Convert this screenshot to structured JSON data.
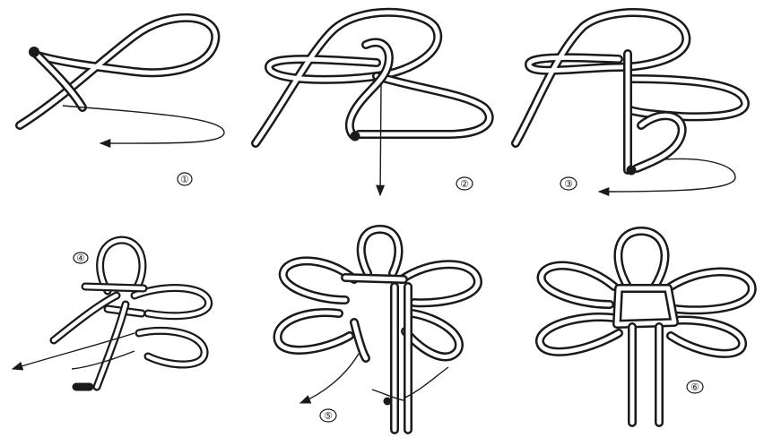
{
  "figure": {
    "steps": [
      {
        "id": "step-1",
        "label": "①"
      },
      {
        "id": "step-2",
        "label": "②"
      },
      {
        "id": "step-3",
        "label": "③"
      },
      {
        "id": "step-4",
        "label": "④"
      },
      {
        "id": "step-5",
        "label": "⑤"
      },
      {
        "id": "step-6",
        "label": "⑥"
      }
    ],
    "colors": {
      "ink": "#1a1a1a",
      "cord_fill": "#ffffff",
      "background": "#ffffff"
    }
  }
}
